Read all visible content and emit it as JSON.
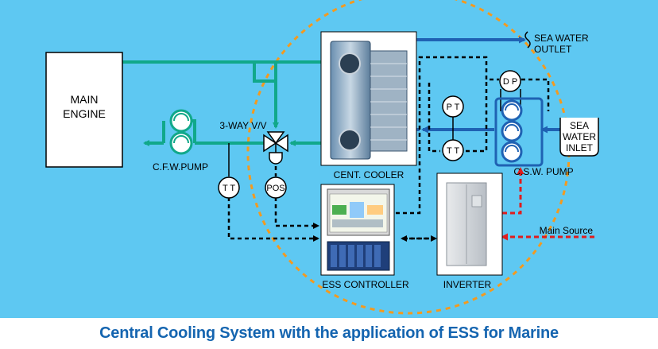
{
  "caption": "Central Cooling System with the application of ESS for Marine",
  "labels": {
    "main_engine_line1": "MAIN",
    "main_engine_line2": "ENGINE",
    "cfw_pump": "C.F.W.PUMP",
    "three_way_valve": "3-WAY V/V",
    "cent_cooler": "CENT. COOLER",
    "sea_water_outlet_line1": "SEA WATER",
    "sea_water_outlet_line2": "OUTLET",
    "sea_water_inlet_line1": "SEA",
    "sea_water_inlet_line2": "WATER",
    "sea_water_inlet_line3": "INLET",
    "csw_pump": "C.S.W. PUMP",
    "ess_controller": "ESS CONTROLLER",
    "inverter": "INVERTER",
    "main_source": "Main Source"
  },
  "instruments": {
    "tt_fresh": "T T",
    "pos": "POS",
    "pt": "P T",
    "tt_sea": "T T",
    "dp": "D P"
  },
  "colors": {
    "background": "#5ec8f2",
    "fresh_water_line": "#11a88a",
    "sea_water_line": "#1f62b3",
    "signal_line": "#000000",
    "power_line": "#e01d1d",
    "highlight_circle": "#f39a1f",
    "caption": "#1565b0"
  }
}
